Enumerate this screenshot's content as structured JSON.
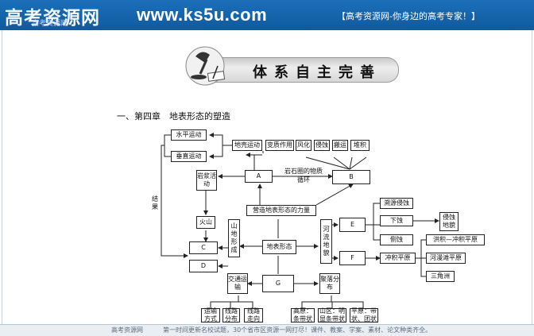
{
  "header": {
    "brand_cn": "高考资源网",
    "brand_sub": "高考资源网",
    "url": "www.ks5u.com",
    "slogan": "【高考资源网-你身边的高考专家！】"
  },
  "section_title": "体系自主完善",
  "chapter_heading": "一、第四章　地表形态的塑造",
  "diagram": {
    "top_row": [
      "地壳运动",
      "变质作用",
      "风化",
      "侵蚀",
      "搬运",
      "堆积"
    ],
    "left_nodes": [
      "水平运动",
      "垂直运动"
    ],
    "magma": "岩浆活动",
    "A": "A",
    "B": "B",
    "rock_cycle": "岩石圈的物质循环",
    "force": "营造地表形态的力量",
    "volcano": "火山",
    "C": "C",
    "D": "D",
    "mountain": "山地形成",
    "center": "地表形态",
    "river": "河流地貌",
    "E": "E",
    "F": "F",
    "e_items": [
      "溯源侵蚀",
      "下蚀",
      "侧蚀"
    ],
    "valley": "侵蚀地貌",
    "floodplain": "冲积平原",
    "f_sub": [
      "洪积—冲积平原",
      "河漫滩平原",
      "三角洲"
    ],
    "transport": "交通运输",
    "G": "G",
    "settlement": "聚落分布",
    "transport_items": [
      "运输方式",
      "线路分布",
      "线路走向"
    ],
    "settlement_items": [
      "高原：条带状",
      "山区：明显条带状",
      "平原：带状、团状"
    ],
    "result": "结果"
  },
  "footer": {
    "left": "高考资源网",
    "right": "第一时间更新名校试题，30个省市区资源一网打尽！课件、教案、学案、素材、论文种类齐全。"
  }
}
